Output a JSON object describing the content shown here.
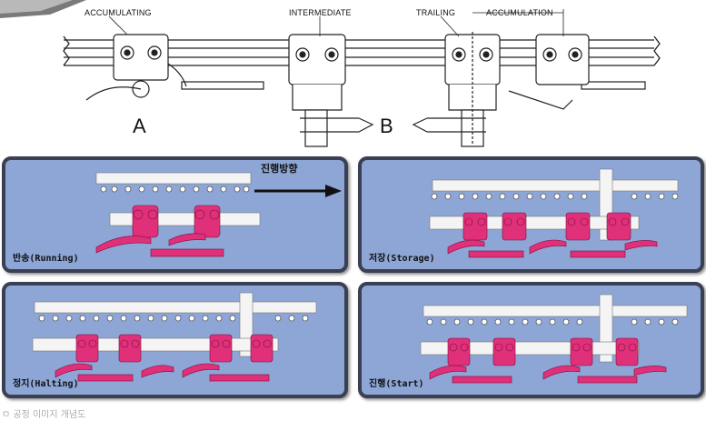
{
  "top_diagram": {
    "labels": {
      "accumulating": "ACCUMULATING",
      "intermediate": "INTERMEDIATE",
      "trailing": "TRAILING",
      "accumulation": "ACCUMULATION"
    },
    "letters": {
      "a": "A",
      "b": "B"
    }
  },
  "panels": [
    {
      "label": "반송(Running)"
    },
    {
      "label": "저장(Storage)"
    },
    {
      "label": "정지(Halting)"
    },
    {
      "label": "진행(Start)"
    }
  ],
  "direction_label": "진행방향",
  "caption": "ㅁ 공정 이미지 개념도",
  "colors": {
    "panel_bg": "#8da6d6",
    "panel_border": "#3a3f52",
    "trolley": "#e0307a",
    "rail": "#f4f4f4"
  }
}
